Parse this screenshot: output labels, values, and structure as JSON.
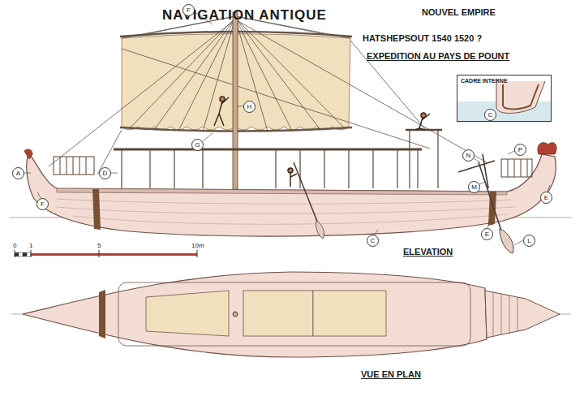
{
  "diagram": {
    "title": "NAVIGATION ANTIQUE",
    "nodes": [
      {
        "text": [
          "CADRE INTERNE"
        ]
      }
    ],
    "labels": [
      "NOUVEL EMPIRE",
      "HATSHEPSOUT 1540 1520 ?",
      "EXPEDITION AU PAYS DE POUNT",
      "F",
      "H",
      "G",
      "A",
      "F",
      "D",
      "N",
      "P",
      "M",
      "E",
      "E",
      "L",
      "C",
      "C",
      "ELEVATION",
      "VUE EN PLAN",
      "0",
      "1",
      "5",
      "10m"
    ]
  }
}
